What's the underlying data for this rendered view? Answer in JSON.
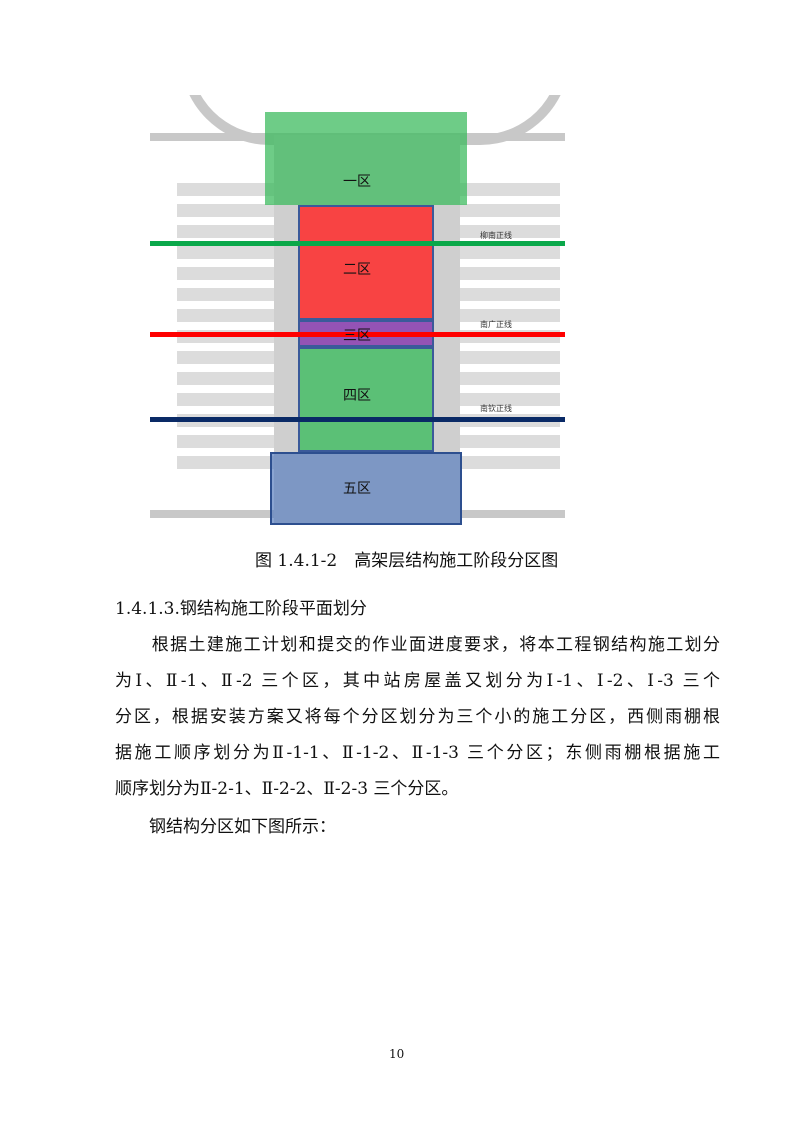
{
  "figure": {
    "zones": [
      {
        "label": "一区",
        "color": "#3dbb5f"
      },
      {
        "label": "二区",
        "color": "#ff2a2a"
      },
      {
        "label": "三区",
        "color": "#8a3db0"
      },
      {
        "label": "四区",
        "color": "#3dbb5f"
      },
      {
        "label": "五区",
        "color": "#5a7fbf"
      }
    ],
    "lines": [
      {
        "label": "柳南正线",
        "color": "#0aa84a"
      },
      {
        "label": "南广正线",
        "color": "#ff0000"
      },
      {
        "label": "南钦正线",
        "color": "#0a2a66"
      }
    ],
    "caption": "图 1.4.1-2　高架层结构施工阶段分区图"
  },
  "section": {
    "heading": "1.4.1.3.钢结构施工阶段平面划分",
    "paragraph_lines": [
      "　　根据土建施工计划和提交的作业面进度要求，将本工程钢结构施工划分",
      "为Ⅰ、Ⅱ-1、Ⅱ-2 三个区，其中站房屋盖又划分为Ⅰ-1、Ⅰ-2、Ⅰ-3 三个",
      "分区，根据安装方案又将每个分区划分为三个小的施工分区，西侧雨棚根",
      "据施工顺序划分为Ⅱ-1-1、Ⅱ-1-2、Ⅱ-1-3 三个分区；东侧雨棚根据施工",
      "顺序划分为Ⅱ-2-1、Ⅱ-2-2、Ⅱ-2-3 三个分区。"
    ],
    "note": "　　钢结构分区如下图所示："
  },
  "page_number": "10"
}
